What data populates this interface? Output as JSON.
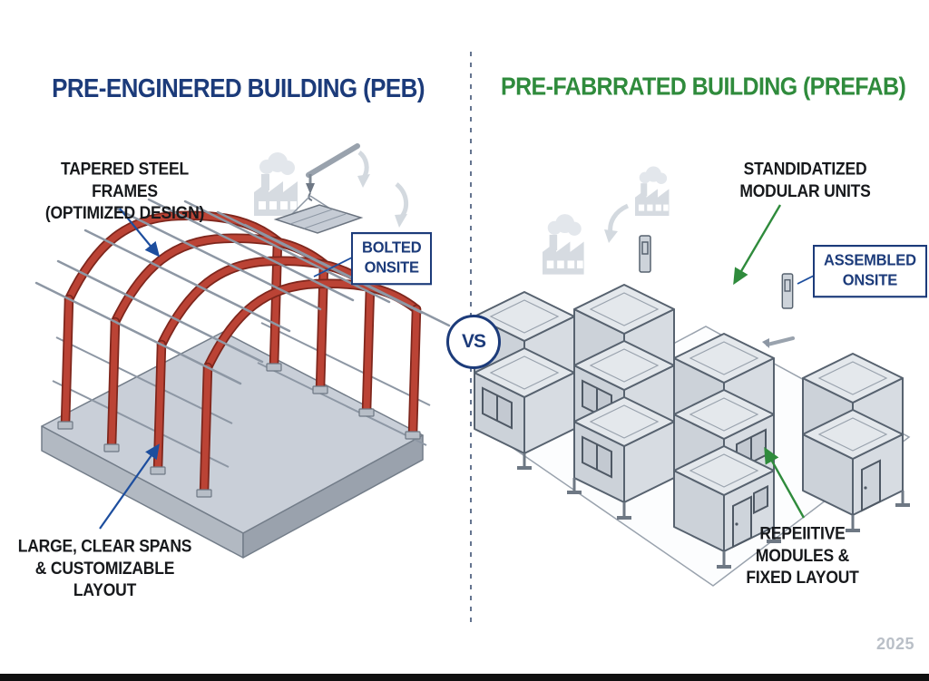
{
  "canvas": {
    "background": "#ffffff",
    "footer_bar_color": "#101010"
  },
  "header": {
    "left_title": "PRE-ENGINERED BUILDING (PEB)",
    "left_title_color": "#1c3b7a",
    "right_title": "PRE-FABRRATED BUILDING (PREFAB)",
    "right_title_color": "#2f8b3c"
  },
  "divider": {
    "vs_label": "VS",
    "style": "dashed-vertical-line",
    "color": "#64748f"
  },
  "left_panel": {
    "subject": "tapered red steel portal frames bolted on a concrete slab",
    "annotations": [
      {
        "id": "tapered-frames",
        "text": "TAPERED STEEL FRAMES\n(OPTIMIZED DESIGN)",
        "boxed": false,
        "arrow_color": "#1d4e9e"
      },
      {
        "id": "bolted-onsite",
        "text": "BOLTED\nONSITE",
        "boxed": true,
        "box_color": "#1c3b7a"
      },
      {
        "id": "clear-spans",
        "text": "LARGE, CLEAR SPANS\n& CUSTOMIZABLE\nLAYOUT",
        "boxed": false,
        "arrow_color": "#1d4e9e"
      }
    ],
    "illustration_colors": {
      "frame_red": "#bb4335",
      "frame_edge": "#7e261c",
      "slab_gray": "#c9cfd8",
      "purlin_gray": "#8d97a4"
    },
    "icons": [
      "factory-icon",
      "smoke-icon",
      "crane-boom-icon",
      "hook-icon",
      "lifted-panel-icon",
      "curved-arrow-icon"
    ]
  },
  "right_panel": {
    "subject": "stacked standardized gray modular container units on ground plane",
    "annotations": [
      {
        "id": "modular-units",
        "text": "STANDIDATIZED\nMODULAR UNITS",
        "boxed": false,
        "arrow_color": "#2f8b3c"
      },
      {
        "id": "assembled-onsite",
        "text": "ASSEMBLED\nONSITE",
        "boxed": true,
        "box_color": "#1c3b7a"
      },
      {
        "id": "repetitive-modules",
        "text": "REPEIITIVE\nMODULES &\nFIXED LAYOUT",
        "boxed": false,
        "arrow_color": "#2f8b3c"
      }
    ],
    "illustration_colors": {
      "module_gray": "#d7dce2",
      "module_outline": "#57626f"
    },
    "icons": [
      "factory-icon",
      "smoke-icon",
      "curved-arrow-icon",
      "lifting-lug-icon",
      "hook-icon"
    ]
  },
  "footer": {
    "year": "2025",
    "year_color": "#b9bfc7"
  }
}
